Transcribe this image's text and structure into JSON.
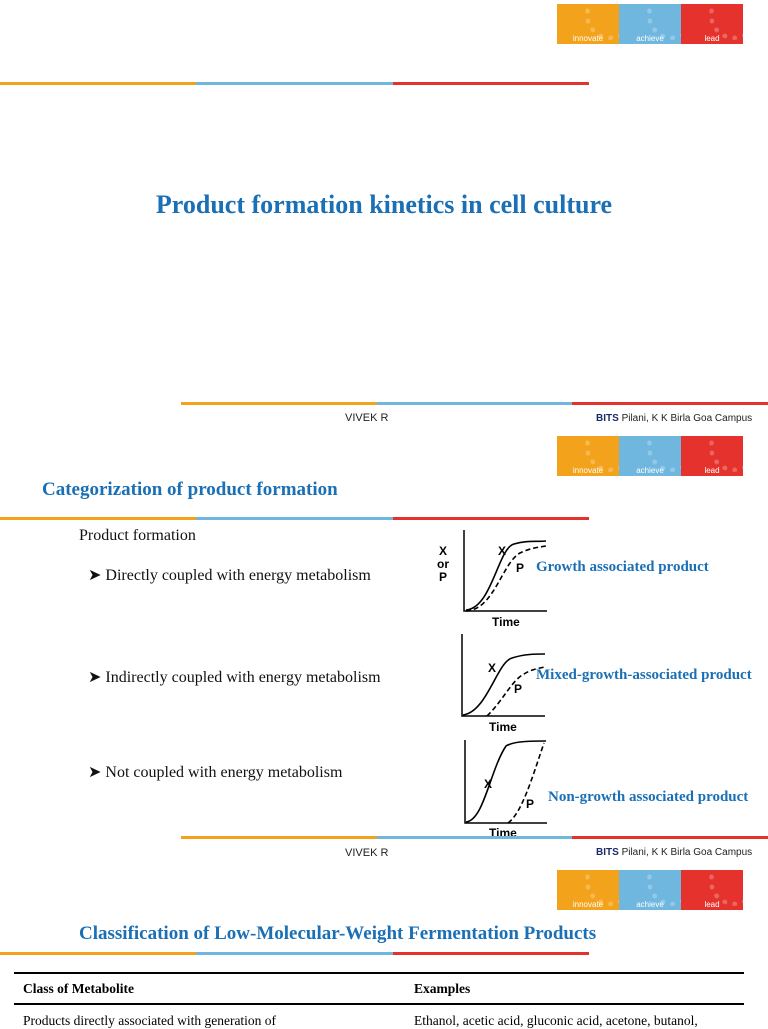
{
  "logo": {
    "seg1": "innovate",
    "seg2": "achieve",
    "seg3": "lead"
  },
  "slide1": {
    "title": "Product formation kinetics in cell culture",
    "footer_name": "VIVEK R",
    "footer_bits": "BITS",
    "footer_campus": "Pilani, K K Birla Goa Campus"
  },
  "slide2": {
    "title": "Categorization of product formation",
    "intro": "Product formation",
    "items": [
      {
        "text": "Directly coupled with energy metabolism",
        "label": "Growth associated product"
      },
      {
        "text": "Indirectly coupled with energy metabolism",
        "label": "Mixed-growth-associated product"
      },
      {
        "text": "Not coupled with energy metabolism",
        "label": "Non-growth associated product"
      }
    ],
    "graph": {
      "y_label_1": "X",
      "y_label_2": "or",
      "y_label_3": "P",
      "curve_x": "X",
      "curve_p": "P",
      "xlabel": "Time"
    },
    "footer_name": "VIVEK R",
    "footer_bits": "BITS",
    "footer_campus": "Pilani, K K Birla Goa Campus"
  },
  "slide3": {
    "title": "Classification of Low-Molecular-Weight Fermentation Products",
    "table": {
      "headers": [
        "Class of Metabolite",
        "Examples"
      ],
      "row1": [
        "Products directly associated with generation of",
        "Ethanol, acetic acid, gluconic acid, acetone, butanol,"
      ]
    }
  },
  "colors": {
    "orange": "#f2a31b",
    "blue": "#6fb7de",
    "red": "#e5322d",
    "title_blue": "#1a6fb5"
  }
}
